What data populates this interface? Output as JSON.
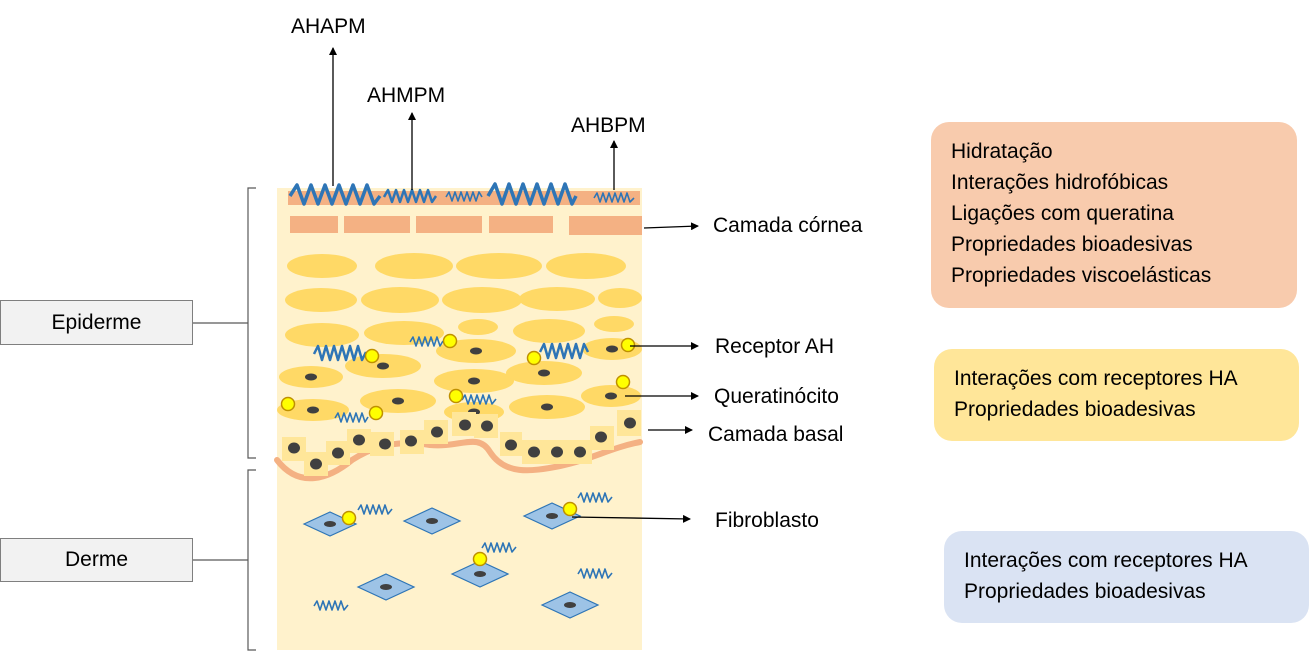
{
  "molecules": {
    "high": "AHAPM",
    "medium": "AHMPM",
    "low": "AHBPM"
  },
  "layers": {
    "epidermis": "Epiderme",
    "dermis": "Derme"
  },
  "structures": {
    "stratum_corneum": "Camada córnea",
    "ha_receptor": "Receptor AH",
    "keratinocyte": "Queratinócito",
    "basal_layer": "Camada basal",
    "fibroblast": "Fibroblasto"
  },
  "info_boxes": [
    {
      "items": [
        "Hidratação",
        "Interações hidrofóbicas",
        "Ligações com queratina",
        "Propriedades bioadesivas",
        "Propriedades viscoelásticas"
      ],
      "color": "#f8cbad"
    },
    {
      "items": [
        "Interações com receptores HA",
        "Propriedades bioadesivas"
      ],
      "color": "#ffe699"
    },
    {
      "items": [
        "Interações com receptores HA",
        "Propriedades bioadesivas"
      ],
      "color": "#dae3f3"
    }
  ],
  "colors": {
    "tissue": "#fff2cc",
    "corneum_cell": "#f4b183",
    "keratinocyte": "#ffd966",
    "ha_chain": "#2e75b6",
    "receptor": "#ffff00",
    "fibroblast": "#9dc3e6",
    "nucleus": "#404040",
    "basal_membrane": "#f4b183"
  }
}
